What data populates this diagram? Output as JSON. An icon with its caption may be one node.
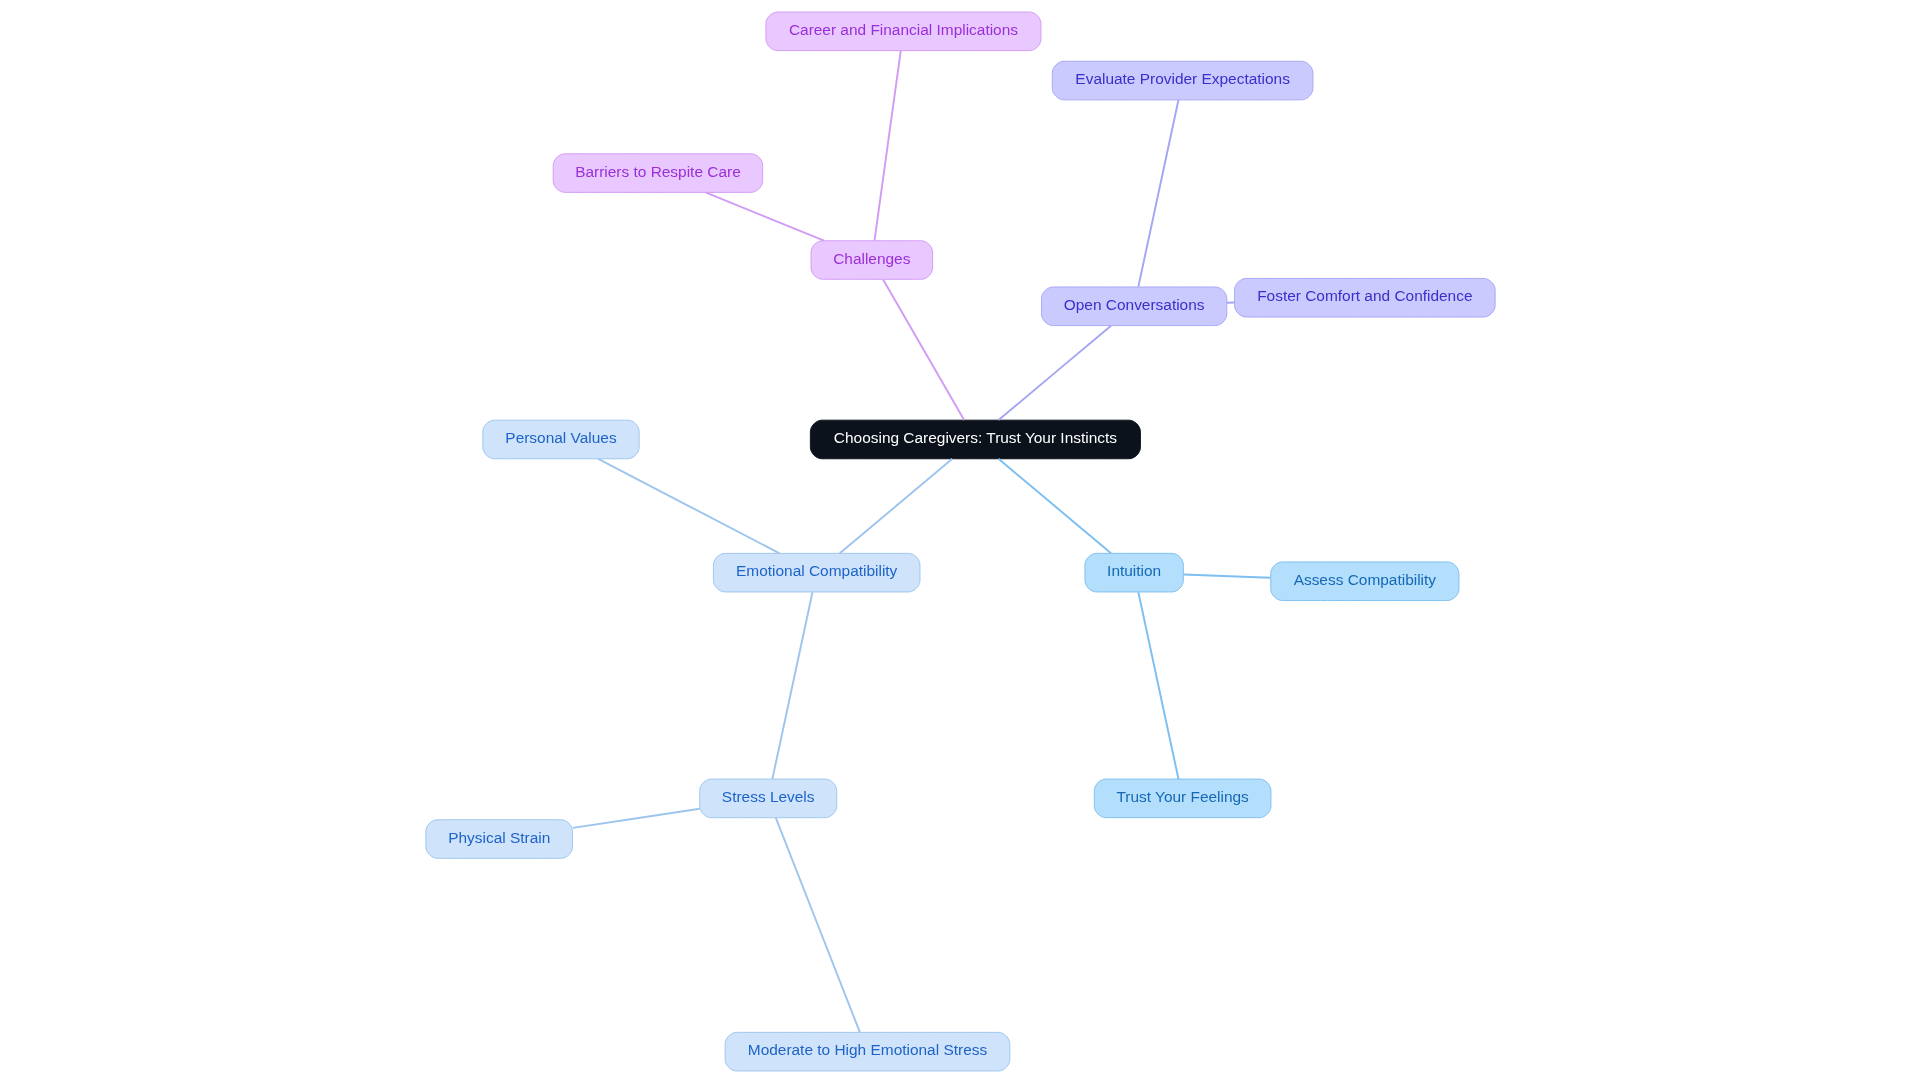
{
  "diagram": {
    "nodes": [
      {
        "text": [
          "Choosing Caregivers: Trust Your Instincts"
        ]
      },
      {
        "text": [
          "Open Conversations"
        ]
      },
      {
        "text": [
          "Foster Comfort and Confidence"
        ]
      },
      {
        "text": [
          "Evaluate Provider Expectations"
        ]
      },
      {
        "text": [
          "Challenges"
        ]
      },
      {
        "text": [
          "Career and Financial Implications"
        ]
      },
      {
        "text": [
          "Barriers to Respite Care"
        ]
      },
      {
        "text": [
          "Emotional Compatibility"
        ]
      },
      {
        "text": [
          "Personal Values"
        ]
      },
      {
        "text": [
          "Stress Levels"
        ]
      },
      {
        "text": [
          "Physical Strain"
        ]
      },
      {
        "text": [
          "Moderate to High Emotional Stress"
        ]
      },
      {
        "text": [
          "Intuition"
        ]
      },
      {
        "text": [
          "Trust Your Feelings"
        ]
      },
      {
        "text": [
          "Assess Compatibility"
        ]
      }
    ],
    "edges": [
      {
        "from": 0,
        "to": 1,
        "arrow": "none",
        "color": "#a5a5f5"
      },
      {
        "from": 1,
        "to": 2,
        "arrow": "none",
        "color": "#a5a5f5"
      },
      {
        "from": 1,
        "to": 3,
        "arrow": "none",
        "color": "#a5a5f5"
      },
      {
        "from": 0,
        "to": 4,
        "arrow": "none",
        "color": "#d29cf5"
      },
      {
        "from": 4,
        "to": 5,
        "arrow": "none",
        "color": "#d29cf5"
      },
      {
        "from": 4,
        "to": 6,
        "arrow": "none",
        "color": "#d29cf5"
      },
      {
        "from": 0,
        "to": 7,
        "arrow": "none"
      },
      {
        "from": 7,
        "to": 8,
        "arrow": "none"
      },
      {
        "from": 7,
        "to": 9,
        "arrow": "none"
      },
      {
        "from": 9,
        "to": 10,
        "arrow": "none"
      },
      {
        "from": 9,
        "to": 11,
        "arrow": "none"
      },
      {
        "from": 0,
        "to": 12,
        "arrow": "none",
        "color": "#7dbff0"
      },
      {
        "from": 12,
        "to": 13,
        "arrow": "none",
        "color": "#7dbff0"
      },
      {
        "from": 12,
        "to": 14,
        "arrow": "none",
        "color": "#7dbff0"
      }
    ]
  }
}
